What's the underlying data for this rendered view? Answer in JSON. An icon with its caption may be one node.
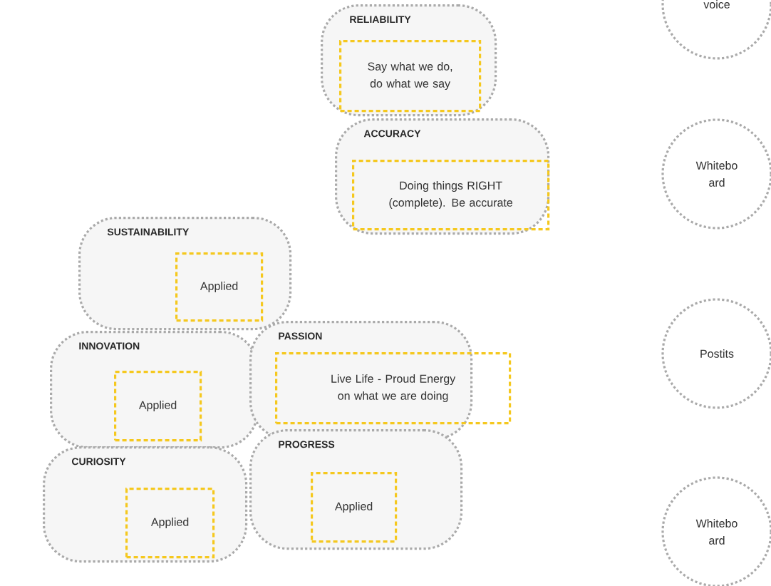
{
  "diagram": {
    "nodes": [
      {
        "text": [
          "RELIABILITY"
        ]
      },
      {
        "text": [
          "Say what we do, do what we say"
        ],
        "in": 0
      },
      {
        "text": [
          "voice"
        ]
      },
      {
        "text": [
          "ACCURACY"
        ]
      },
      {
        "text": [
          "Doing things RIGHT (complete). Be accurate"
        ],
        "in": 3
      },
      {
        "text": [
          "Whitebo ard"
        ]
      },
      {
        "text": [
          "SUSTAINABILITY"
        ]
      },
      {
        "text": [
          "Applied"
        ],
        "in": 6
      },
      {
        "text": [
          "INNOVATION"
        ]
      },
      {
        "text": [
          "Applied"
        ],
        "in": 8
      },
      {
        "text": [
          "PASSION"
        ]
      },
      {
        "text": [
          "Live Life - Proud Energy on what we are doing"
        ]
      },
      {
        "text": [
          "Postits"
        ]
      },
      {
        "text": [
          "CURIOSITY"
        ]
      },
      {
        "text": [
          "Applied"
        ],
        "in": 13
      },
      {
        "text": [
          "PROGRESS"
        ]
      },
      {
        "text": [
          "Applied"
        ],
        "in": 15
      },
      {
        "text": [
          "Whitebo ard"
        ]
      }
    ]
  }
}
